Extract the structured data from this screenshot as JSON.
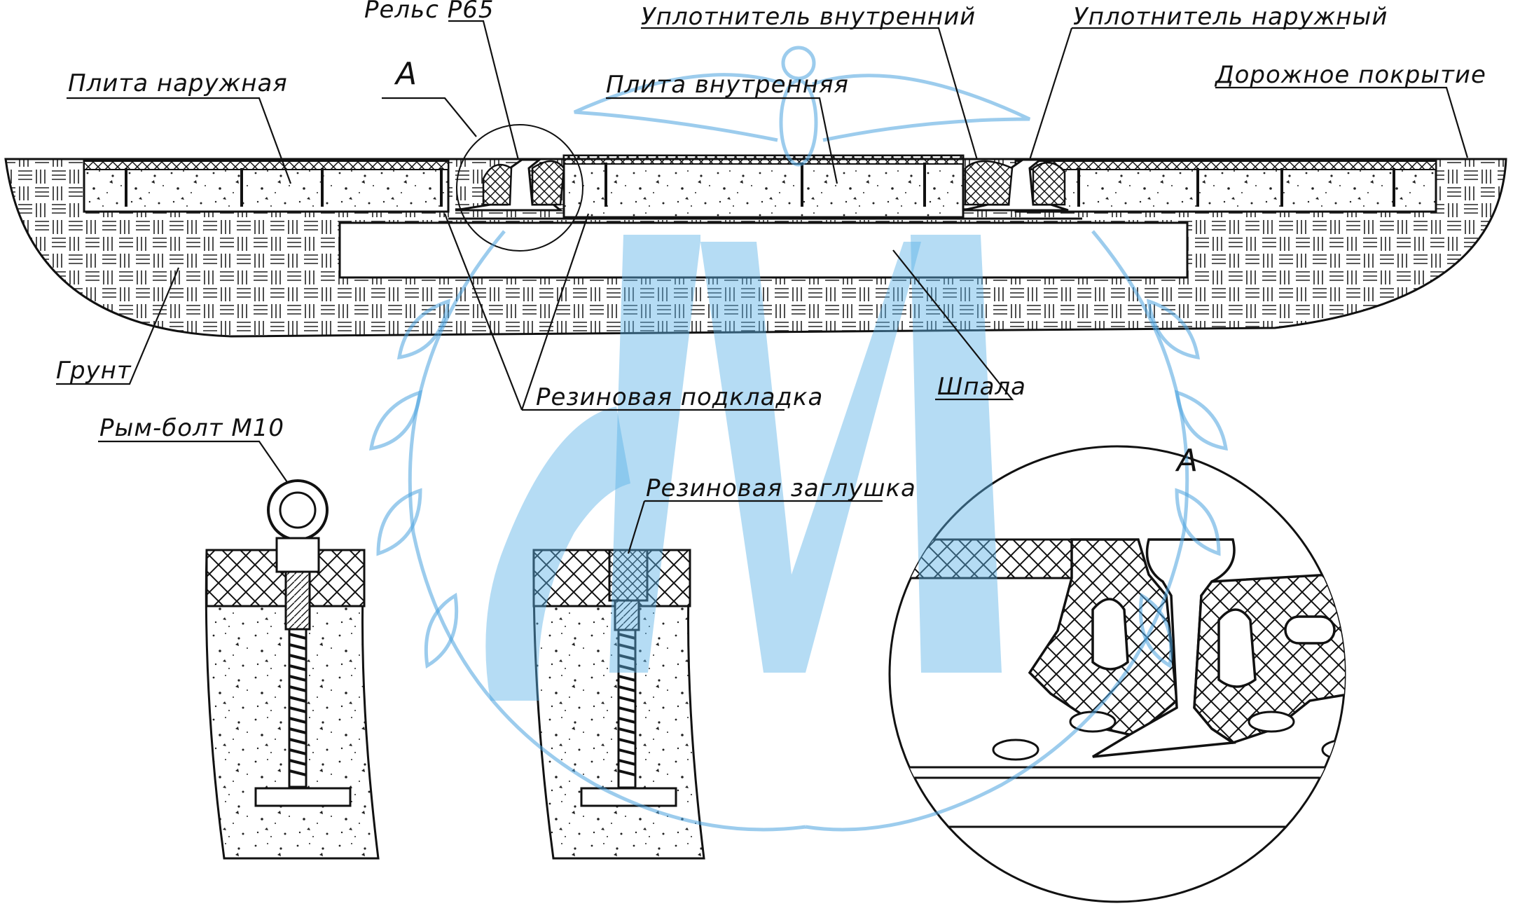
{
  "labels": {
    "rail": "Рельс Р65",
    "inner_seal": "Уплотнитель внутренний",
    "outer_seal": "Уплотнитель наружный",
    "outer_plate": "Плита наружная",
    "inner_plate": "Плита внутренняя",
    "road_surface": "Дорожное покрытие",
    "detail_mark": "А",
    "soil": "Грунт",
    "rubber_pad": "Резиновая подкладка",
    "sleeper": "Шпала",
    "eye_bolt": "Рым-болт М10",
    "rubber_plug": "Резиновая заглушка",
    "detail_mark_zoom": "А"
  },
  "colors": {
    "line": "#111111",
    "watermark": "#4aa3df",
    "background": "#ffffff"
  },
  "watermark": {
    "monogram_icon": "letter-m-monogram-icon",
    "dove_icon": "dove-icon",
    "wreath_icon": "laurel-wreath-icon"
  }
}
